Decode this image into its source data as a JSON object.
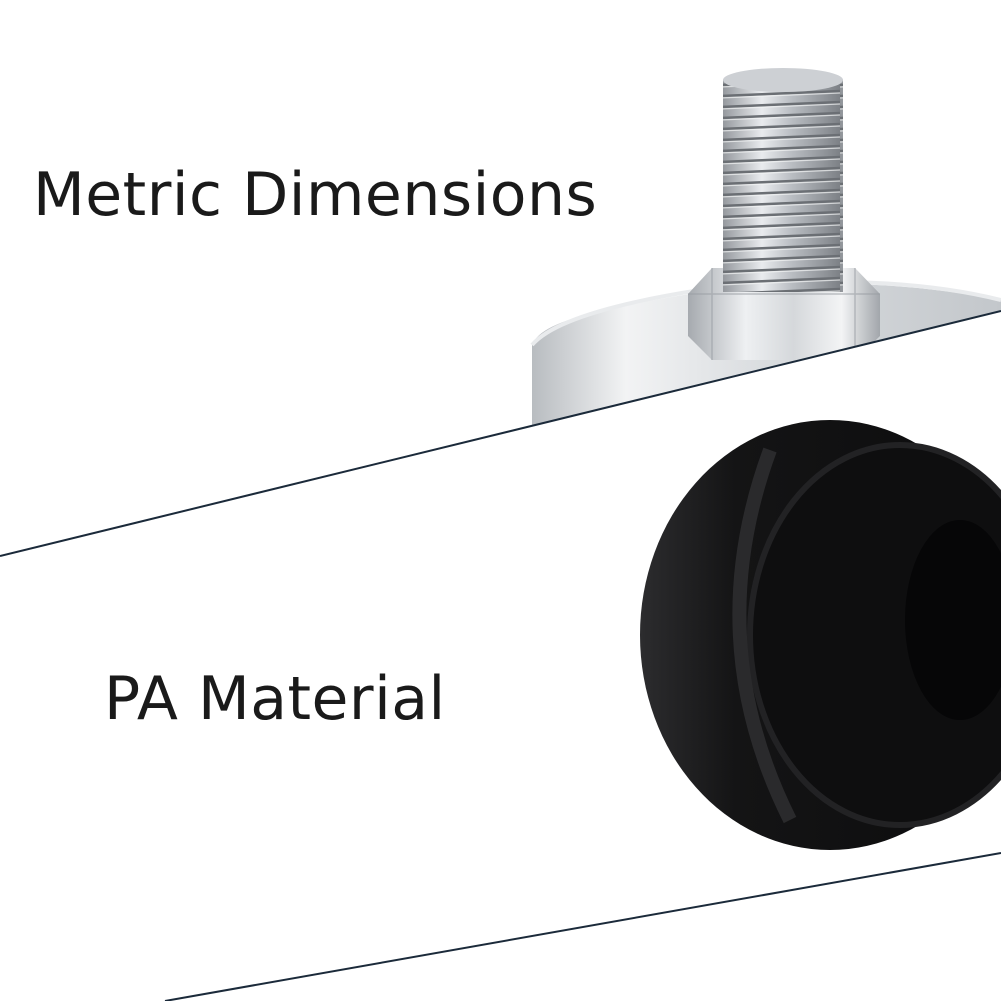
{
  "panels": [
    {
      "caption": "Metric Dimensions",
      "subject": "threaded-stem-bolt-image"
    },
    {
      "caption": "PA Material",
      "subject": "black-wheel-image"
    }
  ],
  "colors": {
    "background": "#ffffff",
    "caption_text": "#1a1a1a",
    "divider_line": "#1b2a3a",
    "metal": "#c9ccd0",
    "wheel": "#141414"
  }
}
